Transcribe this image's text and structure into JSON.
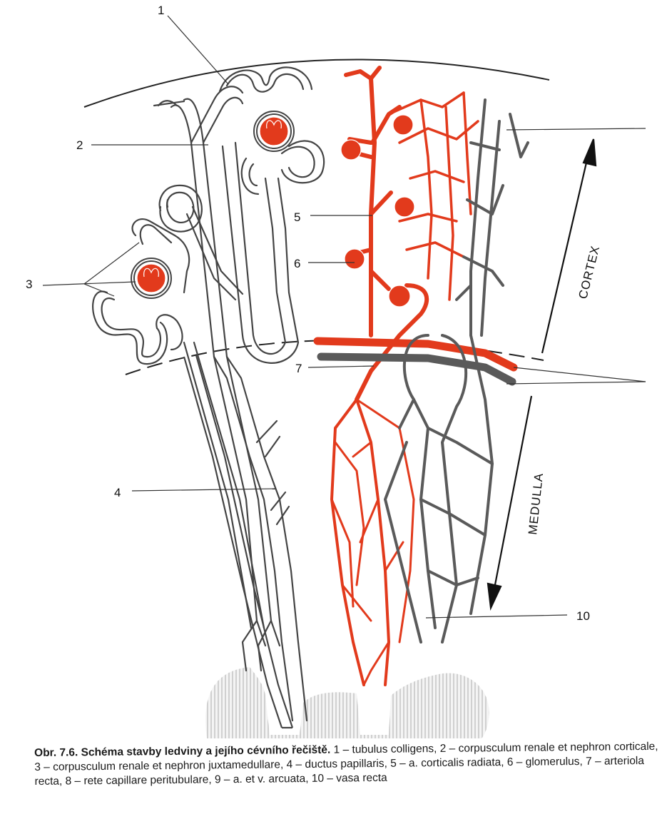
{
  "labels": {
    "l1": "1",
    "l2": "2",
    "l3": "3",
    "l4": "4",
    "l5": "5",
    "l6": "6",
    "l7": "7",
    "l10": "10"
  },
  "regions": {
    "cortex": "CORTEX",
    "medulla": "MEDULLA"
  },
  "caption": {
    "title": "Obr. 7.6. Schéma stavby ledviny a jejího cévního řečiště.",
    "text": "1 – tubulus colligens, 2 – corpusculum renale et nephron corticale, 3 – corpusculum renale et nephron juxtamedullare, 4 – ductus papillaris, 5 – a. corticalis radiata, 6 – glomerulus, 7 – arteriola recta, 8 – rete capillare peritubulare, 9 – a. et v. arcuata, 10 – vasa recta"
  },
  "colors": {
    "artery": "#e23a1c",
    "vein": "#5a5a5a",
    "tubule": "#444444"
  }
}
